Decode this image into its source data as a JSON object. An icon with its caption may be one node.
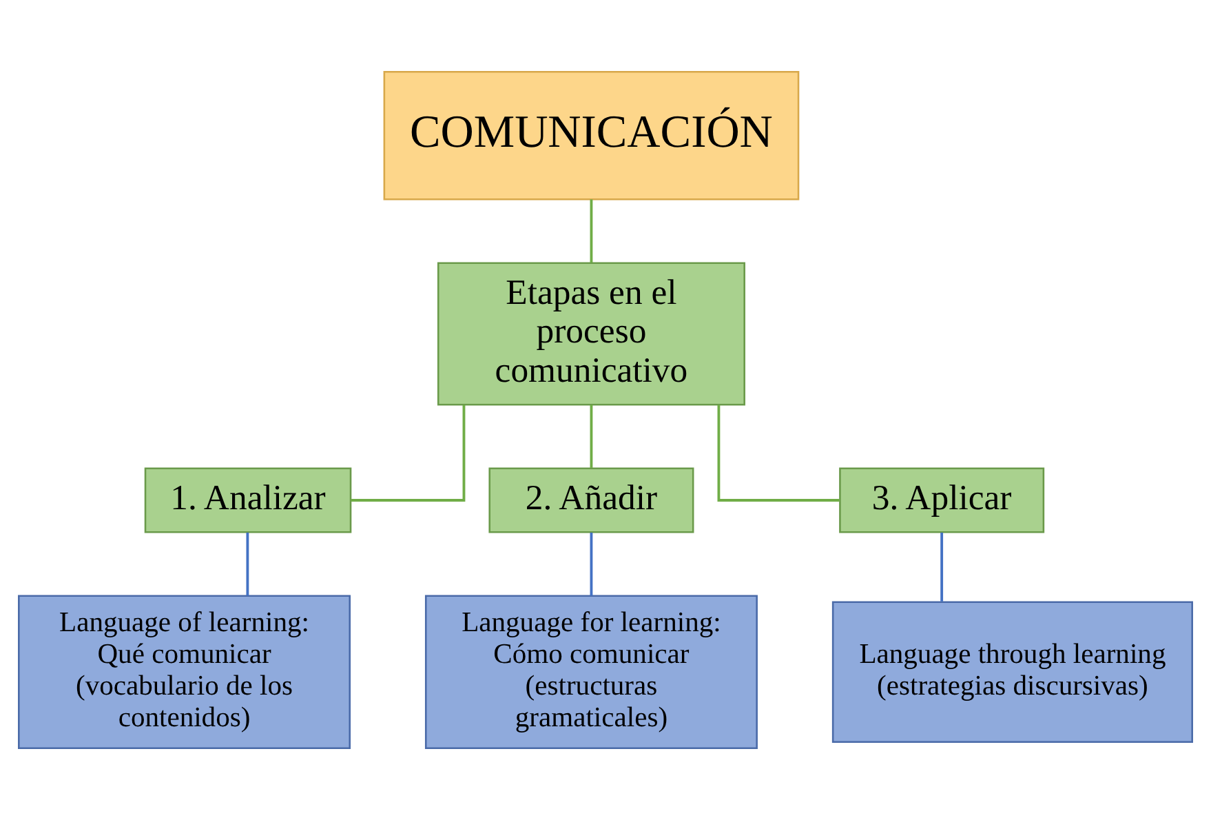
{
  "diagram": {
    "nodes": [
      {
        "text": [
          "COMUNICACIÓN"
        ]
      },
      {
        "text": [
          "Etapas en el proceso comunicativo"
        ]
      },
      {
        "text": [
          "1. Analizar"
        ]
      },
      {
        "text": [
          "2. Añadir"
        ]
      },
      {
        "text": [
          "3. Aplicar"
        ]
      },
      {
        "text": [
          "Language of learning: Qué comunicar (vocabulario de los contenidos)"
        ]
      },
      {
        "text": [
          "Language for learning: Cómo comunicar (estructuras gramaticales)"
        ]
      },
      {
        "text": [
          "Language through learning (estrategias discursivas)"
        ]
      }
    ],
    "edges": [
      {
        "from": 0,
        "to": 1,
        "arrow": "none"
      },
      {
        "from": 1,
        "to": 2,
        "arrow": "none"
      },
      {
        "from": 1,
        "to": 3,
        "arrow": "none"
      },
      {
        "from": 1,
        "to": 4,
        "arrow": "none"
      },
      {
        "from": 2,
        "to": 5,
        "arrow": "none",
        "color": "#4472c4"
      },
      {
        "from": 3,
        "to": 6,
        "arrow": "none",
        "color": "#4472c4"
      },
      {
        "from": 4,
        "to": 7,
        "arrow": "none",
        "color": "#4472c4"
      }
    ]
  }
}
